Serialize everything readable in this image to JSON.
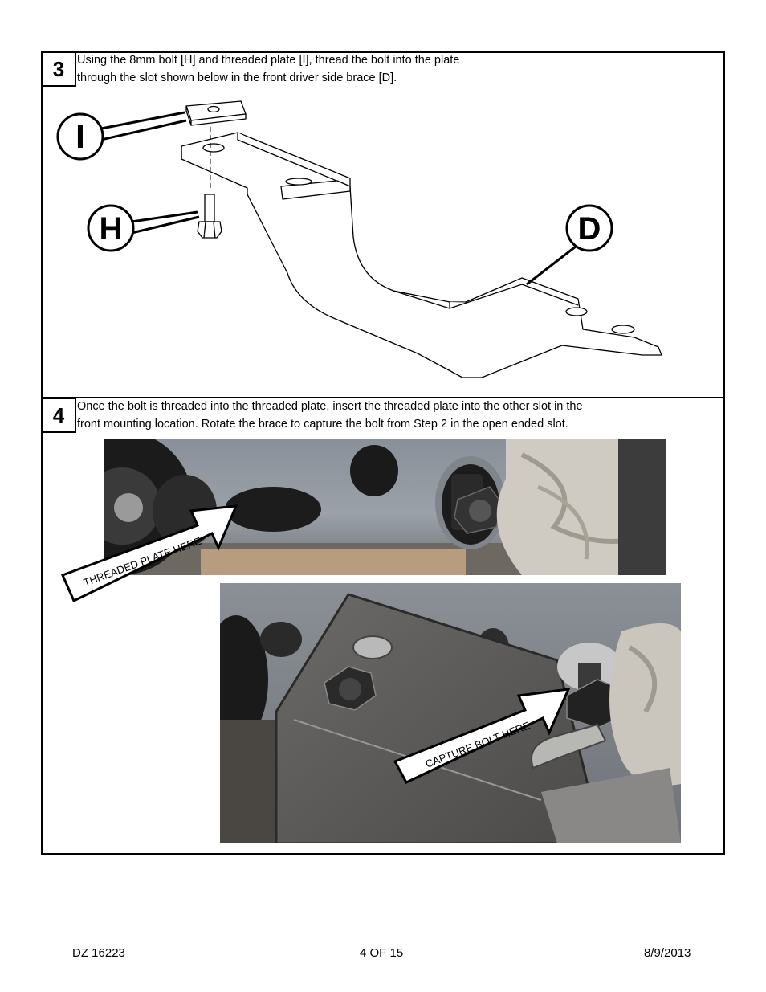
{
  "steps": [
    {
      "number": "3",
      "text_line1": "Using the 8mm bolt [H] and threaded plate [I], thread the bolt into the plate",
      "text_line2": "through the slot shown below in the front driver side brace [D].",
      "callouts": [
        "I",
        "H",
        "D"
      ]
    },
    {
      "number": "4",
      "text_line1": "Once the bolt is threaded into the threaded plate, insert the threaded plate into the other slot in the",
      "text_line2": "front mounting location.  Rotate the brace to capture the bolt from Step 2 in the open ended slot.",
      "arrow1_label": "THREADED PLATE HERE",
      "arrow2_label": "CAPTURE BOLT HERE"
    }
  ],
  "footer": {
    "doc_id": "DZ 16223",
    "page": "4 OF 15",
    "date": "8/9/2013"
  }
}
